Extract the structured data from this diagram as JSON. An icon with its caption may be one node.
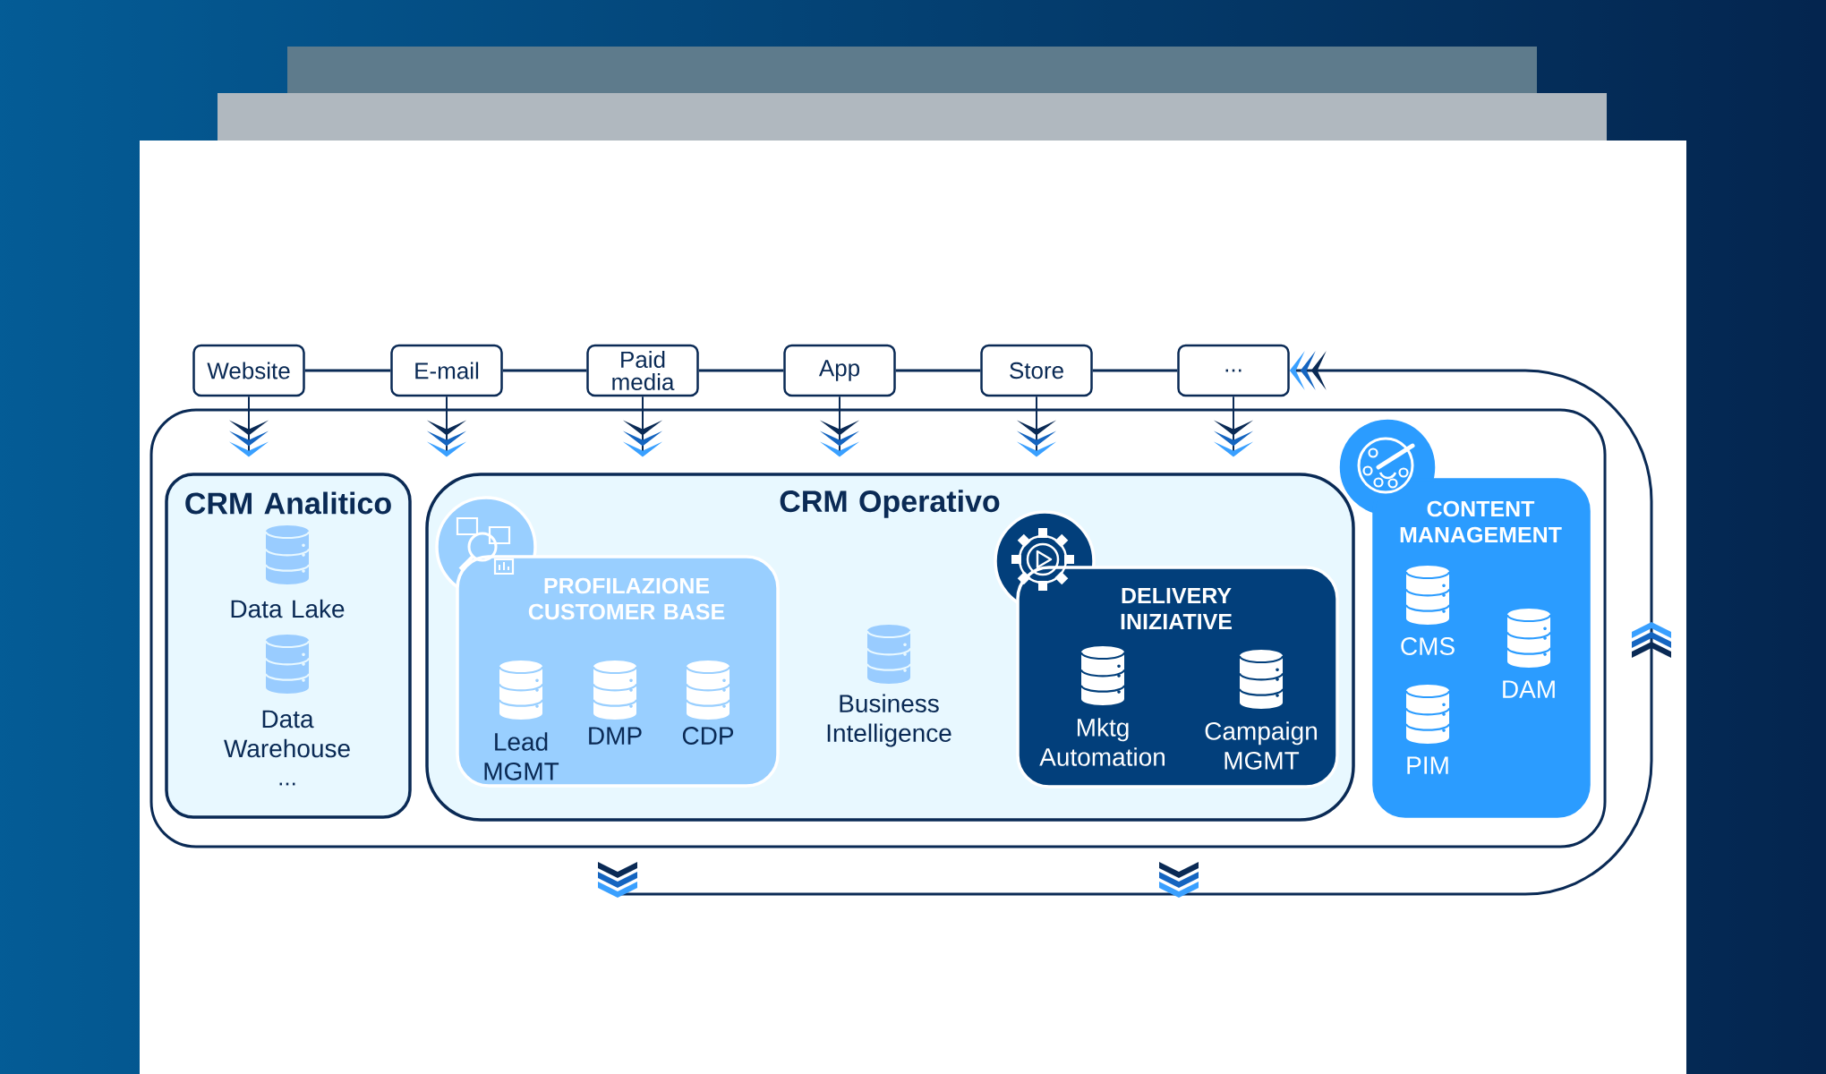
{
  "diagram": {
    "nodes": [
      {
        "text": [
          "Website"
        ]
      },
      {
        "text": [
          "E-mail"
        ]
      },
      {
        "text": [
          "Paid media"
        ]
      },
      {
        "text": [
          "App"
        ]
      },
      {
        "text": [
          "Store"
        ]
      },
      {
        "text": [
          "..."
        ]
      },
      {
        "text": [],
        "shape": "box"
      },
      {
        "text": [
          "CRM Analitico"
        ],
        "in": 6
      },
      {
        "text": [
          "Data Lake"
        ],
        "in": 7
      },
      {
        "text": [
          "Data Warehouse"
        ],
        "in": 7
      },
      {
        "text": [
          "..."
        ],
        "in": 7
      },
      {
        "text": [
          "CRM Operativo"
        ],
        "in": 6
      },
      {
        "text": [
          "PROFILAZIONE CUSTOMER BASE"
        ],
        "in": 11
      },
      {
        "text": [
          "Lead MGMT"
        ],
        "in": 12
      },
      {
        "text": [
          "DMP"
        ],
        "in": 12
      },
      {
        "text": [
          "CDP"
        ],
        "in": 12
      },
      {
        "text": [
          "Business Intelligence"
        ],
        "in": 11
      },
      {
        "text": [
          "DELIVERY INIZIATIVE"
        ],
        "in": 11
      },
      {
        "text": [
          "Mktg Automation"
        ],
        "in": 17
      },
      {
        "text": [
          "Campaign MGMT"
        ],
        "in": 17
      },
      {
        "text": [
          "CONTENT MANAGEMENT"
        ],
        "in": 6
      },
      {
        "text": [
          "CMS"
        ],
        "in": 20
      },
      {
        "text": [
          "DAM"
        ],
        "in": 20
      },
      {
        "text": [
          "PIM"
        ],
        "in": 20
      }
    ],
    "edges": [
      {
        "from": 0,
        "to": 1,
        "arrow": "none"
      },
      {
        "from": 1,
        "to": 2,
        "arrow": "none"
      },
      {
        "from": 2,
        "to": 3,
        "arrow": "none"
      },
      {
        "from": 3,
        "to": 4,
        "arrow": "none"
      },
      {
        "from": 4,
        "to": 5,
        "arrow": "none"
      },
      {
        "from": null,
        "to": 5,
        "arrow": "to"
      },
      {
        "from": 0,
        "to": 6,
        "arrow": "to"
      },
      {
        "from": 1,
        "to": 6,
        "arrow": "to"
      },
      {
        "from": 2,
        "to": 6,
        "arrow": "to"
      },
      {
        "from": 3,
        "to": 6,
        "arrow": "to"
      },
      {
        "from": 4,
        "to": 6,
        "arrow": "to"
      },
      {
        "from": 5,
        "to": 6,
        "arrow": "to"
      }
    ]
  }
}
